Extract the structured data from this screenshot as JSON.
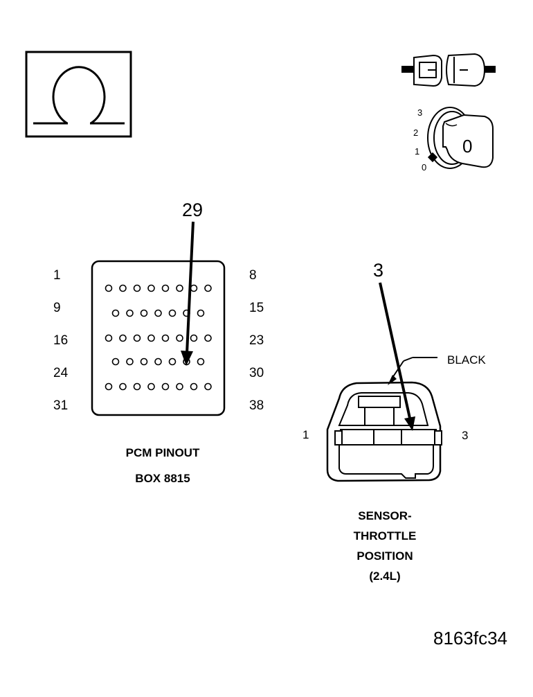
{
  "ohm_symbol": {
    "icon": "ohm-meter-icon"
  },
  "meter_setting": {
    "switch_icon": "ignition-switch-icon",
    "key_icon": "ignition-key-icon",
    "positions": [
      "3",
      "2",
      "1",
      "0"
    ],
    "key_position": "0"
  },
  "pcm_connector": {
    "pointer_pin": "29",
    "row_labels_left": [
      "1",
      "9",
      "16",
      "24",
      "31"
    ],
    "row_labels_right": [
      "8",
      "15",
      "23",
      "30",
      "38"
    ],
    "caption_line1": "PCM PINOUT",
    "caption_line2": "BOX 8815"
  },
  "sensor_connector": {
    "pointer_pin": "3",
    "color_label": "BLACK",
    "pin_left": "1",
    "pin_right": "3",
    "caption": [
      "SENSOR-",
      "THROTTLE",
      "POSITION",
      "(2.4L)"
    ]
  },
  "figure_id": "8163fc34"
}
